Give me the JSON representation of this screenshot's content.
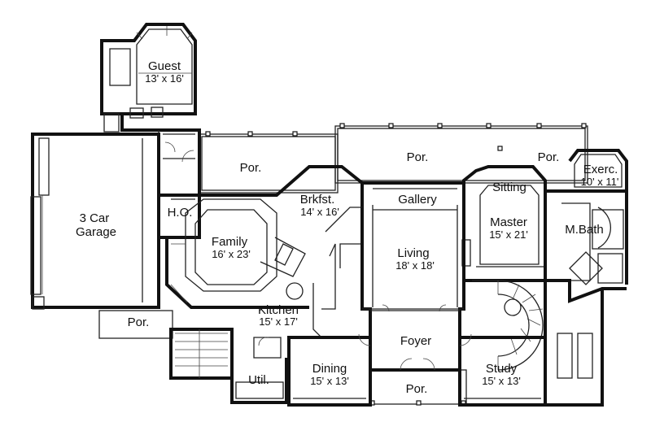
{
  "rooms": [
    {
      "id": "guest",
      "name": "Guest",
      "size": "13' x 16'"
    },
    {
      "id": "garage",
      "name": "3 Car\nGarage",
      "size": ""
    },
    {
      "id": "porch-west",
      "name": "Por.",
      "size": ""
    },
    {
      "id": "porch-center",
      "name": "Por.",
      "size": ""
    },
    {
      "id": "porch-east",
      "name": "Por.",
      "size": ""
    },
    {
      "id": "exercise",
      "name": "Exerc.",
      "size": "10' x 11'"
    },
    {
      "id": "brkfst",
      "name": "Brkfst.",
      "size": "14' x 16'"
    },
    {
      "id": "gallery",
      "name": "Gallery",
      "size": ""
    },
    {
      "id": "sitting",
      "name": "Sitting",
      "size": ""
    },
    {
      "id": "ho",
      "name": "H.O.",
      "size": ""
    },
    {
      "id": "family",
      "name": "Family",
      "size": "16' x 23'"
    },
    {
      "id": "living",
      "name": "Living",
      "size": "18' x 18'"
    },
    {
      "id": "master",
      "name": "Master",
      "size": "15' x 21'"
    },
    {
      "id": "mbath",
      "name": "M.Bath",
      "size": ""
    },
    {
      "id": "kitchen",
      "name": "Kitchen",
      "size": "15' x 17'"
    },
    {
      "id": "porch-sw",
      "name": "Por.",
      "size": ""
    },
    {
      "id": "foyer",
      "name": "Foyer",
      "size": ""
    },
    {
      "id": "dining",
      "name": "Dining",
      "size": "15' x 13'"
    },
    {
      "id": "study",
      "name": "Study",
      "size": "15' x 13'"
    },
    {
      "id": "util",
      "name": "Util.",
      "size": ""
    },
    {
      "id": "porch-front",
      "name": "Por.",
      "size": ""
    }
  ]
}
